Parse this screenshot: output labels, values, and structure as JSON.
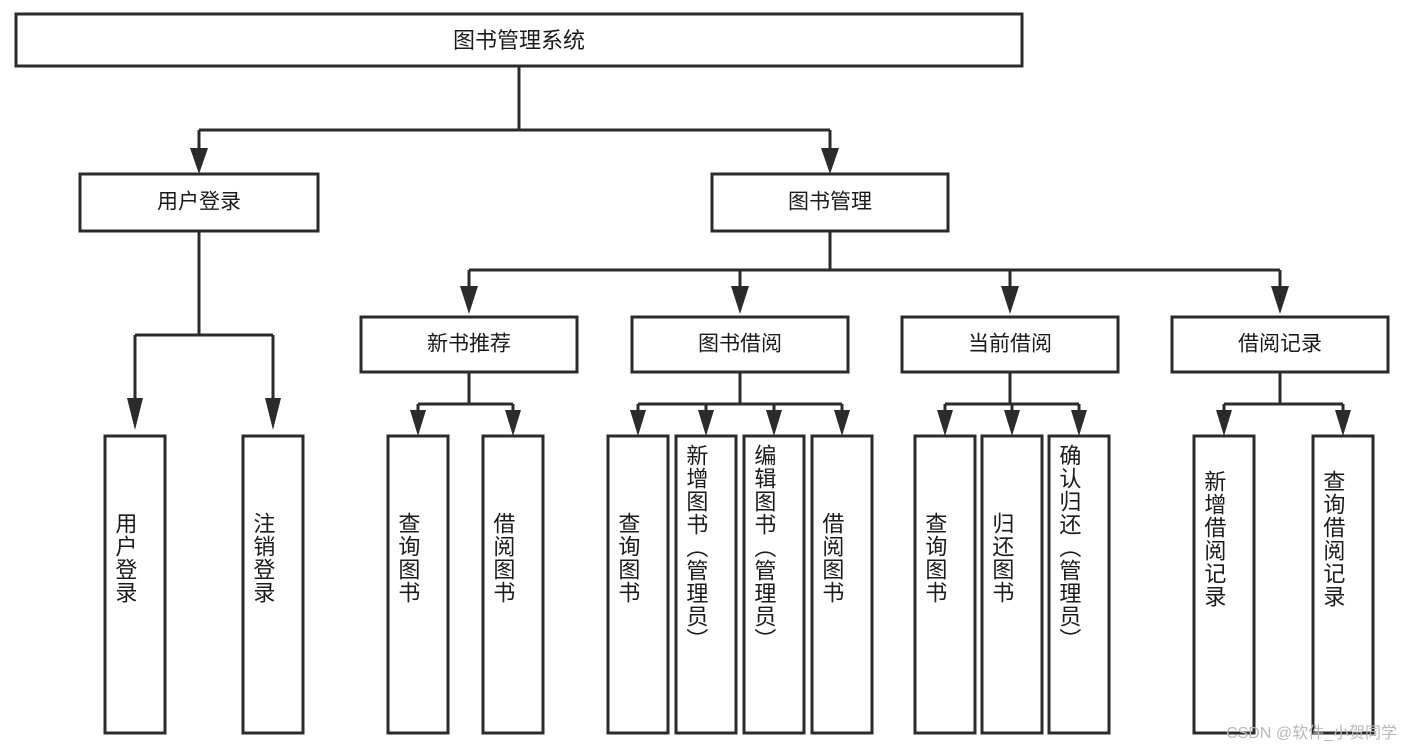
{
  "diagram": {
    "title_node": {
      "label": "图书管理系统"
    },
    "level2": [
      {
        "id": "user-login",
        "label": "用户登录"
      },
      {
        "id": "book-management",
        "label": "图书管理"
      }
    ],
    "level3": [
      {
        "id": "new-book-recommend",
        "label": "新书推荐"
      },
      {
        "id": "book-borrow",
        "label": "图书借阅"
      },
      {
        "id": "current-borrow",
        "label": "当前借阅"
      },
      {
        "id": "borrow-record",
        "label": "借阅记录"
      }
    ],
    "leaves": [
      {
        "id": "leaf-user-login",
        "label": "用户登录"
      },
      {
        "id": "leaf-logout-login",
        "label": "注销登录"
      },
      {
        "id": "leaf-query-book-1",
        "label": "查询图书"
      },
      {
        "id": "leaf-borrow-book-1",
        "label": "借阅图书"
      },
      {
        "id": "leaf-query-book-2",
        "label": "查询图书"
      },
      {
        "id": "leaf-add-book",
        "label": "新增图书（管理员）"
      },
      {
        "id": "leaf-edit-book",
        "label": "编辑图书（管理员）"
      },
      {
        "id": "leaf-borrow-book-2",
        "label": "借阅图书"
      },
      {
        "id": "leaf-query-book-3",
        "label": "查询图书"
      },
      {
        "id": "leaf-return-book",
        "label": "归还图书"
      },
      {
        "id": "leaf-confirm-return",
        "label": "确认归还（管理员）"
      },
      {
        "id": "leaf-add-record",
        "label": "新增借阅记录"
      },
      {
        "id": "leaf-query-record",
        "label": "查询借阅记录"
      }
    ],
    "watermark": "CSDN @软件_小贺同学",
    "colors": {
      "box_stroke": "#2b2b2b",
      "box_fill": "#ffffff",
      "text": "#1b1b1b",
      "watermark": "#b9b9b9",
      "background": "#ffffff"
    }
  }
}
